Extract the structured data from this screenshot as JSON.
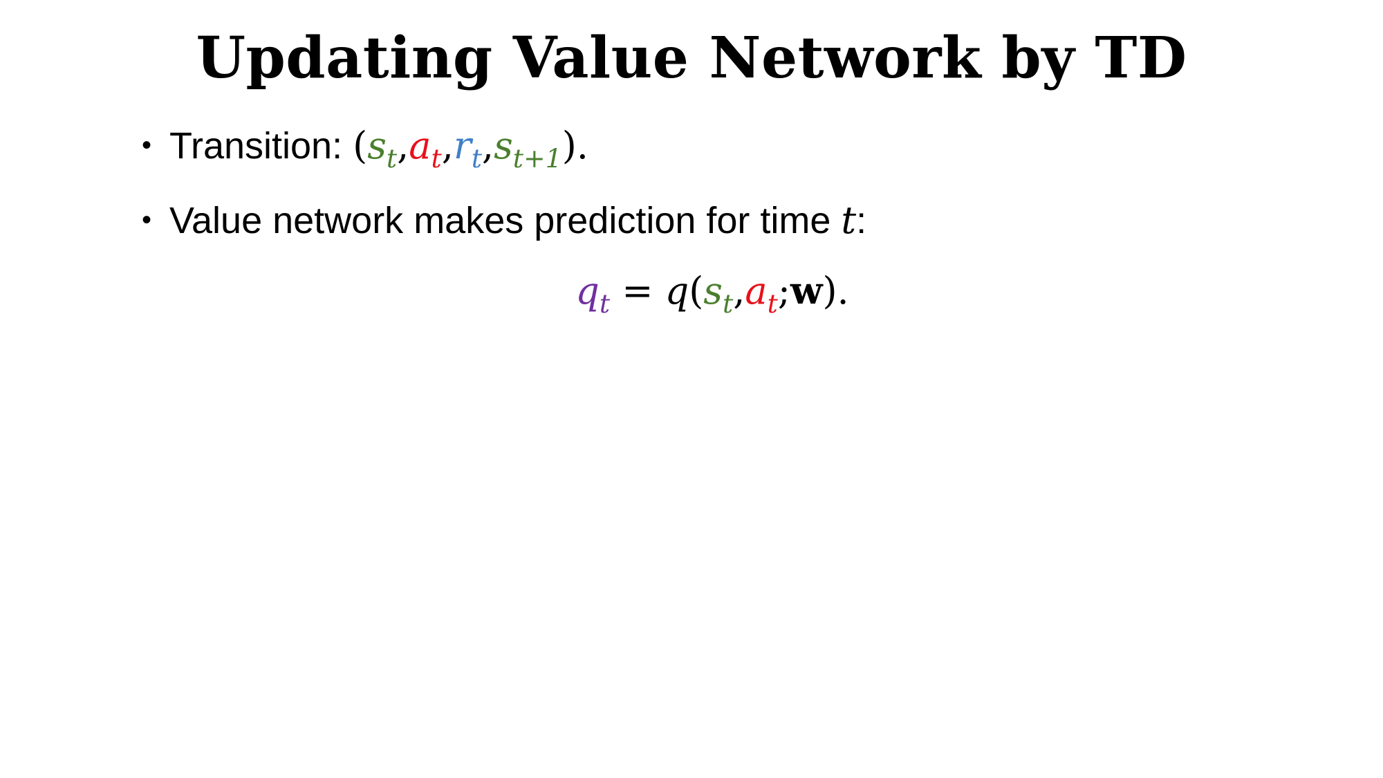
{
  "slide": {
    "title": "Updating Value Network by TD",
    "bullets": [
      {
        "prefix": "Transition: ",
        "open": "(",
        "items": [
          {
            "base": "s",
            "sub": "t",
            "color": "#4a7f2e"
          },
          {
            "base": "a",
            "sub": "t",
            "color": "#e8101a"
          },
          {
            "base": "r",
            "sub": "t",
            "color": "#3f7fc8"
          },
          {
            "base": "s",
            "sub": "t+1",
            "color": "#4a7f2e"
          }
        ],
        "separator": ",",
        "close": ").",
        "bullet_char": "•"
      },
      {
        "prefix": "Value network makes prediction for time ",
        "var": "t",
        "suffix": ":",
        "bullet_char": "•"
      }
    ],
    "equation": {
      "lhs_base": "q",
      "lhs_sub": "t",
      "lhs_color": "#7030a0",
      "equals": " = ",
      "func": "q",
      "open": "(",
      "arg1_base": "s",
      "arg1_sub": "t",
      "arg1_color": "#4a7f2e",
      "comma": ",",
      "arg2_base": "a",
      "arg2_sub": "t",
      "arg2_color": "#e8101a",
      "semicolon": ";",
      "param": "w",
      "close": ")."
    }
  }
}
